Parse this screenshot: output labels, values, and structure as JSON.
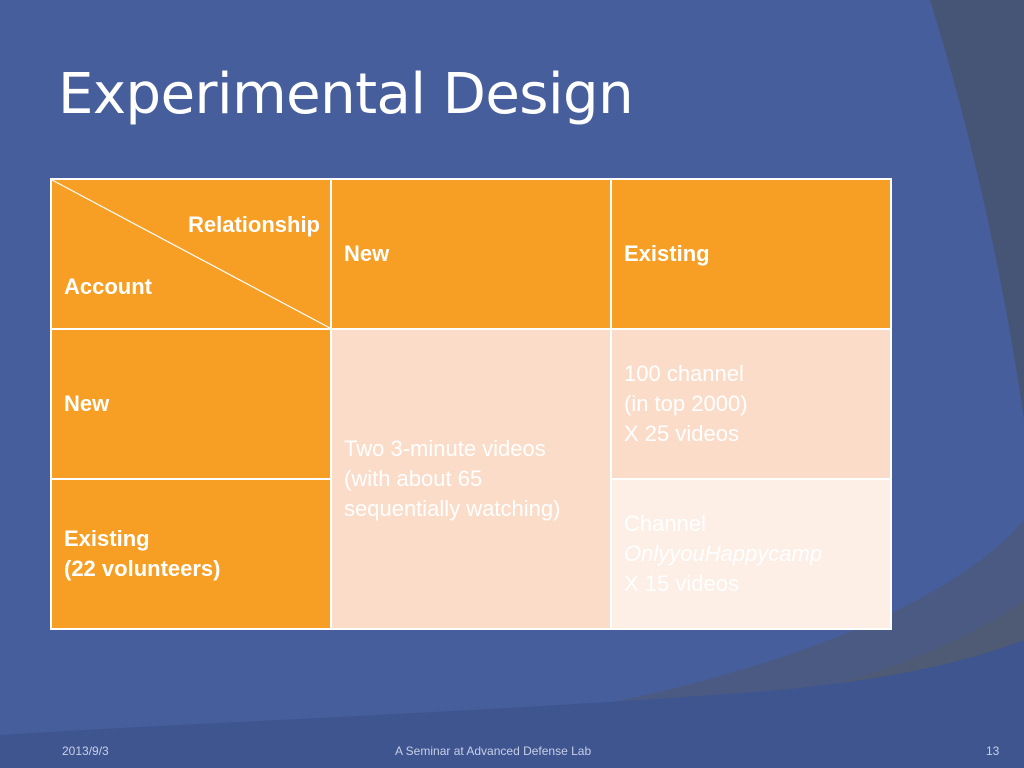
{
  "slide": {
    "title": "Experimental Design",
    "colors": {
      "background": "#475e9c",
      "header_orange": "#f79e24",
      "cell_peach": "#fbdcc8",
      "cell_light": "#fdeee6"
    }
  },
  "table": {
    "corner": {
      "column_axis_label": "Relationship",
      "row_axis_label": "Account"
    },
    "column_headers": [
      "New",
      "Existing"
    ],
    "rows": [
      {
        "header": "New",
        "cells": [
          {
            "lines": [
              "100 channel",
              "(in top 2000)",
              "X  25 videos"
            ]
          }
        ]
      },
      {
        "header_lines": [
          "Existing",
          "(22 volunteers)"
        ],
        "cells": [
          {
            "lines": [
              "Channel",
              "OnlyyouHappycamp",
              "X 15 videos"
            ]
          }
        ]
      }
    ],
    "merged_new_column": {
      "lines": [
        "Two 3-minute videos",
        "(with about 65",
        "sequentially watching)"
      ]
    }
  },
  "footer": {
    "date": "2013/9/3",
    "center": "A Seminar at Advanced Defense Lab",
    "page_number": "13"
  }
}
